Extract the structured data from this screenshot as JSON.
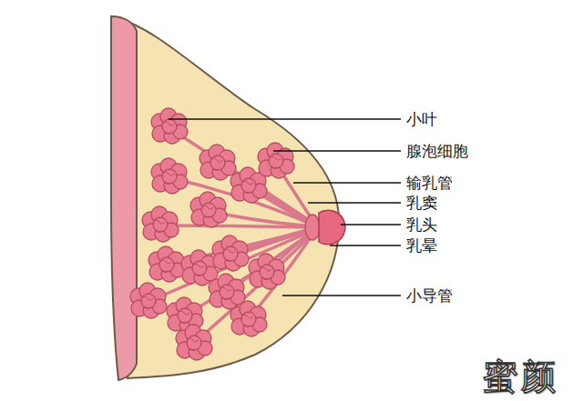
{
  "diagram": {
    "labels": [
      "小叶",
      "腺泡细胞",
      "输乳管",
      "乳窦",
      "乳头",
      "乳晕",
      "小导管",
      "蜜颜"
    ]
  }
}
